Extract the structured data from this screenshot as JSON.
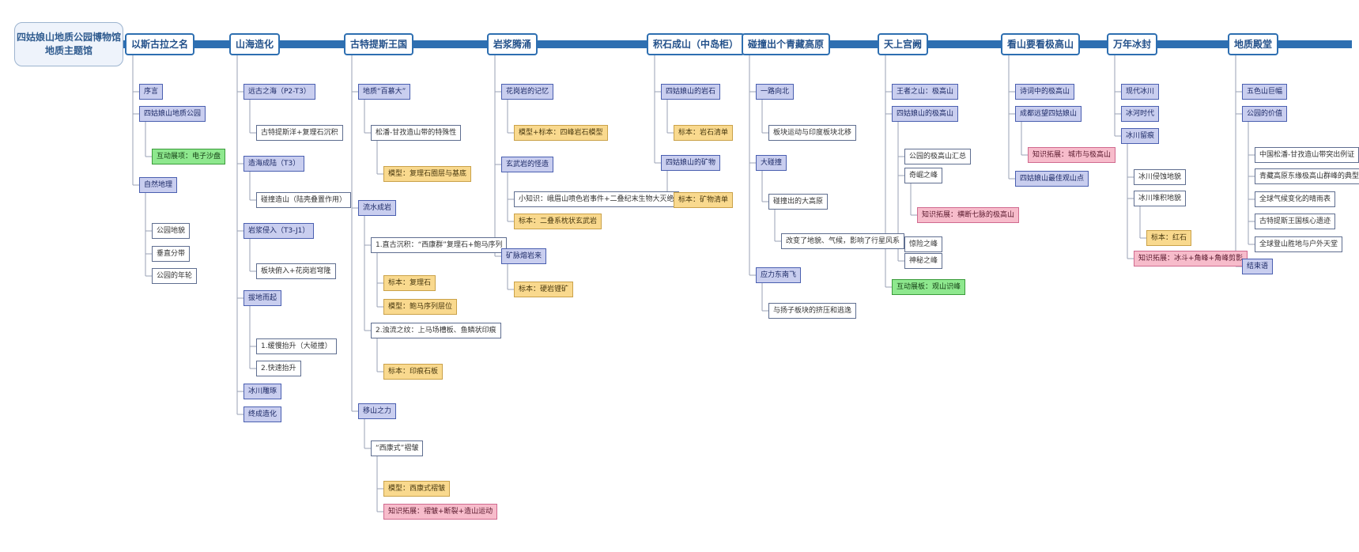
{
  "root": {
    "line1": "四姑娘山地质公园博物馆",
    "line2": "地质主题馆"
  },
  "columns": [
    {
      "hub": "以斯古拉之名",
      "items": [
        {
          "level": 1,
          "style": "lvl1",
          "label": "序言"
        },
        {
          "level": 1,
          "style": "lvl1",
          "label": "四姑娘山地质公园"
        },
        {
          "level": 2,
          "style": "interact",
          "label": "互动展项：电子沙盘"
        },
        {
          "level": 1,
          "style": "lvl1",
          "label": "自然地理"
        },
        {
          "level": 2,
          "style": "lvl2",
          "label": "公园地貌"
        },
        {
          "level": 2,
          "style": "lvl2",
          "label": "垂直分带"
        },
        {
          "level": 2,
          "style": "lvl2",
          "label": "公园的年轮"
        }
      ]
    },
    {
      "hub": "山海造化",
      "items": [
        {
          "level": 1,
          "style": "lvl1",
          "label": "远古之海（P2-T3）"
        },
        {
          "level": 2,
          "style": "lvl2",
          "label": "古特提斯洋+复理石沉积"
        },
        {
          "level": 1,
          "style": "lvl1",
          "label": "造海成陆（T3）"
        },
        {
          "level": 2,
          "style": "lvl2",
          "label": "碰撞造山（陆壳叠置作用）"
        },
        {
          "level": 1,
          "style": "lvl1",
          "label": "岩浆侵入（T3-J1）"
        },
        {
          "level": 2,
          "style": "lvl2",
          "label": "板块俯入+花岗岩穹隆"
        },
        {
          "level": 1,
          "style": "lvl1",
          "label": "拔地而起"
        },
        {
          "level": 2,
          "style": "lvl2",
          "label": "1.缓慢抬升（大碰撞）"
        },
        {
          "level": 2,
          "style": "lvl2",
          "label": "2.快速抬升"
        },
        {
          "level": 1,
          "style": "lvl1",
          "label": "冰川雕琢"
        },
        {
          "level": 1,
          "style": "lvl1",
          "label": "终成造化"
        }
      ]
    },
    {
      "hub": "古特提斯王国",
      "items": [
        {
          "level": 1,
          "style": "lvl1",
          "label": "地质“百慕大”"
        },
        {
          "level": 2,
          "style": "lvl2",
          "label": "松潘-甘孜造山带的特殊性"
        },
        {
          "level": 3,
          "style": "model",
          "label": "模型：复理石圈层与基底"
        },
        {
          "level": 1,
          "style": "lvl1",
          "label": "流水成岩"
        },
        {
          "level": 2,
          "style": "lvl2",
          "label": "1.直古沉积：“西康群”复理石+鲍马序列"
        },
        {
          "level": 3,
          "style": "model",
          "label": "标本：复理石"
        },
        {
          "level": 3,
          "style": "model",
          "label": "模型：鲍马序列层位"
        },
        {
          "level": 2,
          "style": "lvl2",
          "label": "2.浊流之纹：上马场槽板、鱼鳞状印痕"
        },
        {
          "level": 3,
          "style": "model",
          "label": "标本：印痕石板"
        },
        {
          "level": 1,
          "style": "lvl1",
          "label": "移山之力"
        },
        {
          "level": 2,
          "style": "lvl2",
          "label": "“西康式”褶皱"
        },
        {
          "level": 3,
          "style": "model",
          "label": "模型：西康式褶皱"
        },
        {
          "level": 3,
          "style": "knowledge",
          "label": "知识拓展：褶皱+断裂+造山运动"
        }
      ]
    },
    {
      "hub": "岩浆腾涌",
      "items": [
        {
          "level": 1,
          "style": "lvl1",
          "label": "花岗岩的记忆"
        },
        {
          "level": 2,
          "style": "model",
          "label": "模型+标本：四峰岩石模型"
        },
        {
          "level": 1,
          "style": "lvl1",
          "label": "玄武岩的怪造"
        },
        {
          "level": 2,
          "style": "lvl2",
          "label": "小知识：峨眉山喷色岩事件+二叠纪末生物大灭绝"
        },
        {
          "level": 2,
          "style": "model",
          "label": "标本：二叠系枕状玄武岩"
        },
        {
          "level": 1,
          "style": "lvl1",
          "label": "矿脉熔岩来"
        },
        {
          "level": 2,
          "style": "model",
          "label": "标本：硬岩锂矿"
        }
      ]
    },
    {
      "hub": "积石成山（中岛柜）",
      "items": [
        {
          "level": 1,
          "style": "lvl1",
          "label": "四姑娘山的岩石"
        },
        {
          "level": 2,
          "style": "model",
          "label": "标本：岩石清单"
        },
        {
          "level": 1,
          "style": "lvl1",
          "label": "四姑娘山的矿物"
        },
        {
          "level": 2,
          "style": "model",
          "label": "标本：矿物清单"
        }
      ]
    },
    {
      "hub": "碰撞出个青藏高原",
      "items": [
        {
          "level": 1,
          "style": "lvl1",
          "label": "一路向北"
        },
        {
          "level": 2,
          "style": "lvl2",
          "label": "板块运动与印度板块北移"
        },
        {
          "level": 1,
          "style": "lvl1",
          "label": "大碰撞"
        },
        {
          "level": 2,
          "style": "lvl2",
          "label": "碰撞出的大高原"
        },
        {
          "level": 3,
          "style": "lvl2",
          "label": "改变了地貌、气候，影响了行星风系"
        },
        {
          "level": 1,
          "style": "lvl1",
          "label": "应力东南飞"
        },
        {
          "level": 2,
          "style": "lvl2",
          "label": "与扬子板块的挤压和逃逸"
        }
      ]
    },
    {
      "hub": "天上宫阙",
      "items": [
        {
          "level": 1,
          "style": "lvl1",
          "label": "王者之山：极高山"
        },
        {
          "level": 1,
          "style": "lvl1",
          "label": "四姑娘山的极高山"
        },
        {
          "level": 2,
          "style": "lvl2",
          "label": "公园的极高山汇总"
        },
        {
          "level": 2,
          "style": "lvl2",
          "label": "奇崛之峰"
        },
        {
          "level": 3,
          "style": "knowledge",
          "label": "知识拓展：横断七脉的极高山"
        },
        {
          "level": 2,
          "style": "lvl2",
          "label": "惊险之峰"
        },
        {
          "level": 2,
          "style": "lvl2",
          "label": "神秘之峰"
        },
        {
          "level": 1,
          "style": "interact",
          "label": "互动展板：观山识峰"
        }
      ]
    },
    {
      "hub": "看山要看极高山",
      "items": [
        {
          "level": 1,
          "style": "lvl1",
          "label": "诗词中的极高山"
        },
        {
          "level": 1,
          "style": "lvl1",
          "label": "成都远望四姑娘山"
        },
        {
          "level": 2,
          "style": "knowledge",
          "label": "知识拓展：城市与极高山"
        },
        {
          "level": 1,
          "style": "lvl1",
          "label": "四姑娘山最佳观山点"
        }
      ]
    },
    {
      "hub": "万年冰封",
      "items": [
        {
          "level": 1,
          "style": "lvl1",
          "label": "现代冰川"
        },
        {
          "level": 1,
          "style": "lvl1",
          "label": "冰河时代"
        },
        {
          "level": 1,
          "style": "lvl1",
          "label": "冰川留痕"
        },
        {
          "level": 2,
          "style": "lvl2",
          "label": "冰川侵蚀地貌"
        },
        {
          "level": 2,
          "style": "lvl2",
          "label": "冰川堆积地貌"
        },
        {
          "level": 3,
          "style": "model",
          "label": "标本：红石"
        },
        {
          "level": 2,
          "style": "knowledge",
          "label": "知识拓展：冰斗+角峰+角峰剪影"
        }
      ]
    },
    {
      "hub": "地质殿堂",
      "items": [
        {
          "level": 1,
          "style": "lvl1",
          "label": "五色山巨幅"
        },
        {
          "level": 1,
          "style": "lvl1",
          "label": "公园的价值"
        },
        {
          "level": 2,
          "style": "lvl2",
          "label": "中国松潘-甘孜造山带突出例证"
        },
        {
          "level": 2,
          "style": "lvl2",
          "label": "青藏高原东缘极高山群峰的典型代表"
        },
        {
          "level": 2,
          "style": "lvl2",
          "label": "全球气候变化的晴雨表"
        },
        {
          "level": 2,
          "style": "lvl2",
          "label": "古特提斯王国核心遗迹"
        },
        {
          "level": 2,
          "style": "lvl2",
          "label": "全球登山胜地与户外天堂"
        },
        {
          "level": 1,
          "style": "lvl1",
          "label": "结束语"
        }
      ]
    }
  ],
  "colors": {
    "trunk": "#2e6fb1",
    "connector": "#9aa2b5"
  }
}
